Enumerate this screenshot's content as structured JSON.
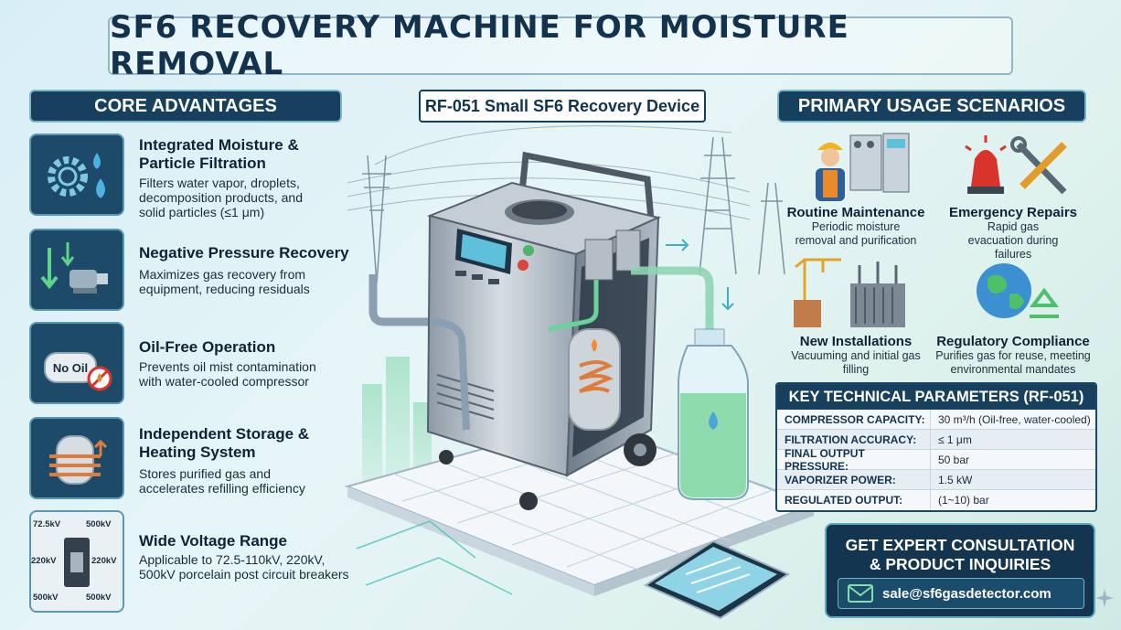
{
  "title": "SF6 RECOVERY MACHINE FOR MOISTURE REMOVAL",
  "device_label": "RF-051 Small SF6 Recovery Device",
  "advantages": {
    "header": "CORE ADVANTAGES",
    "items": [
      {
        "title": "Integrated Moisture & Particle Filtration",
        "desc": "Filters water vapor, droplets, decomposition products, and solid particles (≤1 μm)",
        "icon": "gear-droplets-icon"
      },
      {
        "title": "Negative Pressure Recovery",
        "desc": "Maximizes gas recovery from equipment, reducing residuals",
        "icon": "pump-arrows-icon"
      },
      {
        "title": "Oil-Free Operation",
        "desc": "Prevents oil mist contamination with water-cooled compressor",
        "icon": "no-oil-compressor-icon",
        "badge": "No Oil"
      },
      {
        "title": "Independent Storage & Heating System",
        "desc": "Stores purified gas and accelerates refilling efficiency",
        "icon": "heated-tank-icon"
      },
      {
        "title": "Wide Voltage Range",
        "desc": "Applicable to 72.5-110kV, 220kV, 500kV porcelain post circuit breakers",
        "icon": "breaker-voltage-icon",
        "voltages": [
          "72.5kV",
          "500kV",
          "220kV",
          "220kV",
          "500kV",
          "500kV"
        ]
      }
    ]
  },
  "scenarios": {
    "header": "PRIMARY USAGE SCENARIOS",
    "items": [
      {
        "title": "Routine Maintenance",
        "desc": "Periodic moisture removal and purification",
        "icon": "technician-panel-icon"
      },
      {
        "title": "Emergency Repairs",
        "desc": "Rapid gas evacuation during failures",
        "icon": "siren-tools-icon"
      },
      {
        "title": "New Installations",
        "desc": "Vacuuming and initial gas filling",
        "icon": "crane-substation-icon"
      },
      {
        "title": "Regulatory Compliance",
        "desc": "Purifies gas for reuse, meeting environmental mandates",
        "icon": "globe-recycle-icon"
      }
    ]
  },
  "params": {
    "header": "KEY TECHNICAL PARAMETERS (RF-051)",
    "rows": [
      {
        "key": "COMPRESSOR CAPACITY:",
        "value": "30 m³/h (Oil-free, water-cooled)"
      },
      {
        "key": "FILTRATION ACCURACY:",
        "value": "≤ 1 μm"
      },
      {
        "key": "FINAL OUTPUT PRESSURE:",
        "value": "50 bar"
      },
      {
        "key": "VAPORIZER POWER:",
        "value": "1.5 kW"
      },
      {
        "key": "REGULATED OUTPUT:",
        "value": "(1~10) bar"
      }
    ]
  },
  "cta": {
    "line1": "GET EXPERT CONSULTATION",
    "line2": "& PRODUCT INQUIRIES",
    "email": "sale@sf6gasdetector.com",
    "email_icon": "envelope-icon"
  },
  "colors": {
    "navy": "#17405e",
    "accent_green": "#3bbf6a",
    "panel_teal": "#5ea9bc"
  }
}
